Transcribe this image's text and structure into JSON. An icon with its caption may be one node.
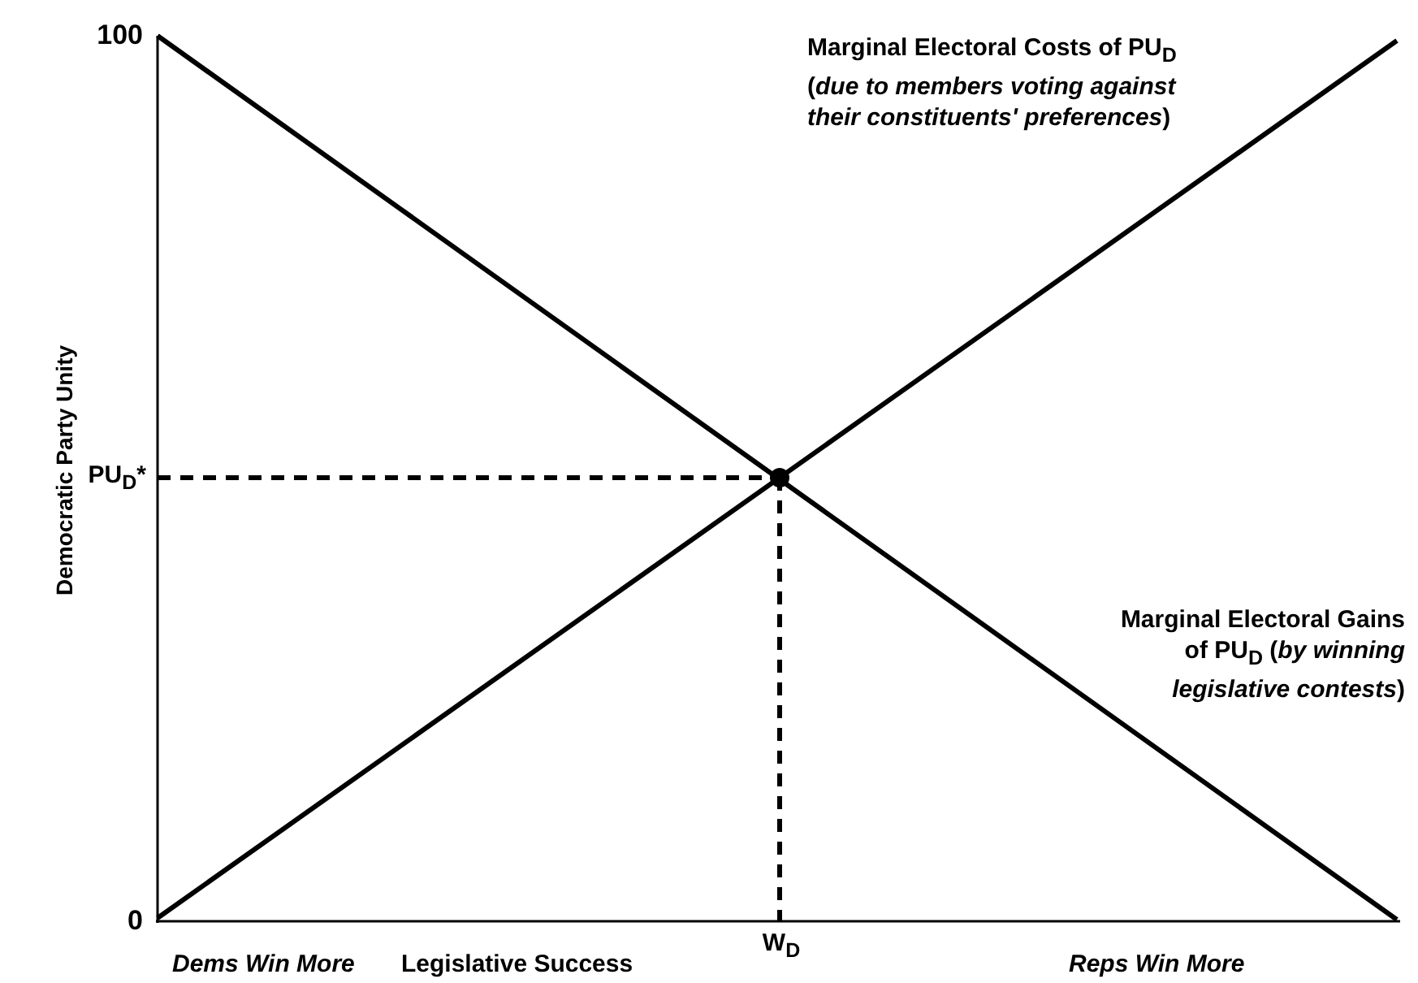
{
  "diagram": {
    "labels": [
      "100",
      "Marginal Electoral Costs of PU$_{D}$ (*due to members voting against their constituents' preferences*)",
      "Democratic Party Unity",
      "PU$_{D}$*",
      "Marginal Electoral Gains of PU$_{D}$ (*by winning legislative contests*)",
      "0",
      "W$_{D}$",
      "Dems Win More",
      "Legislative Success",
      "Reps Win More"
    ]
  }
}
